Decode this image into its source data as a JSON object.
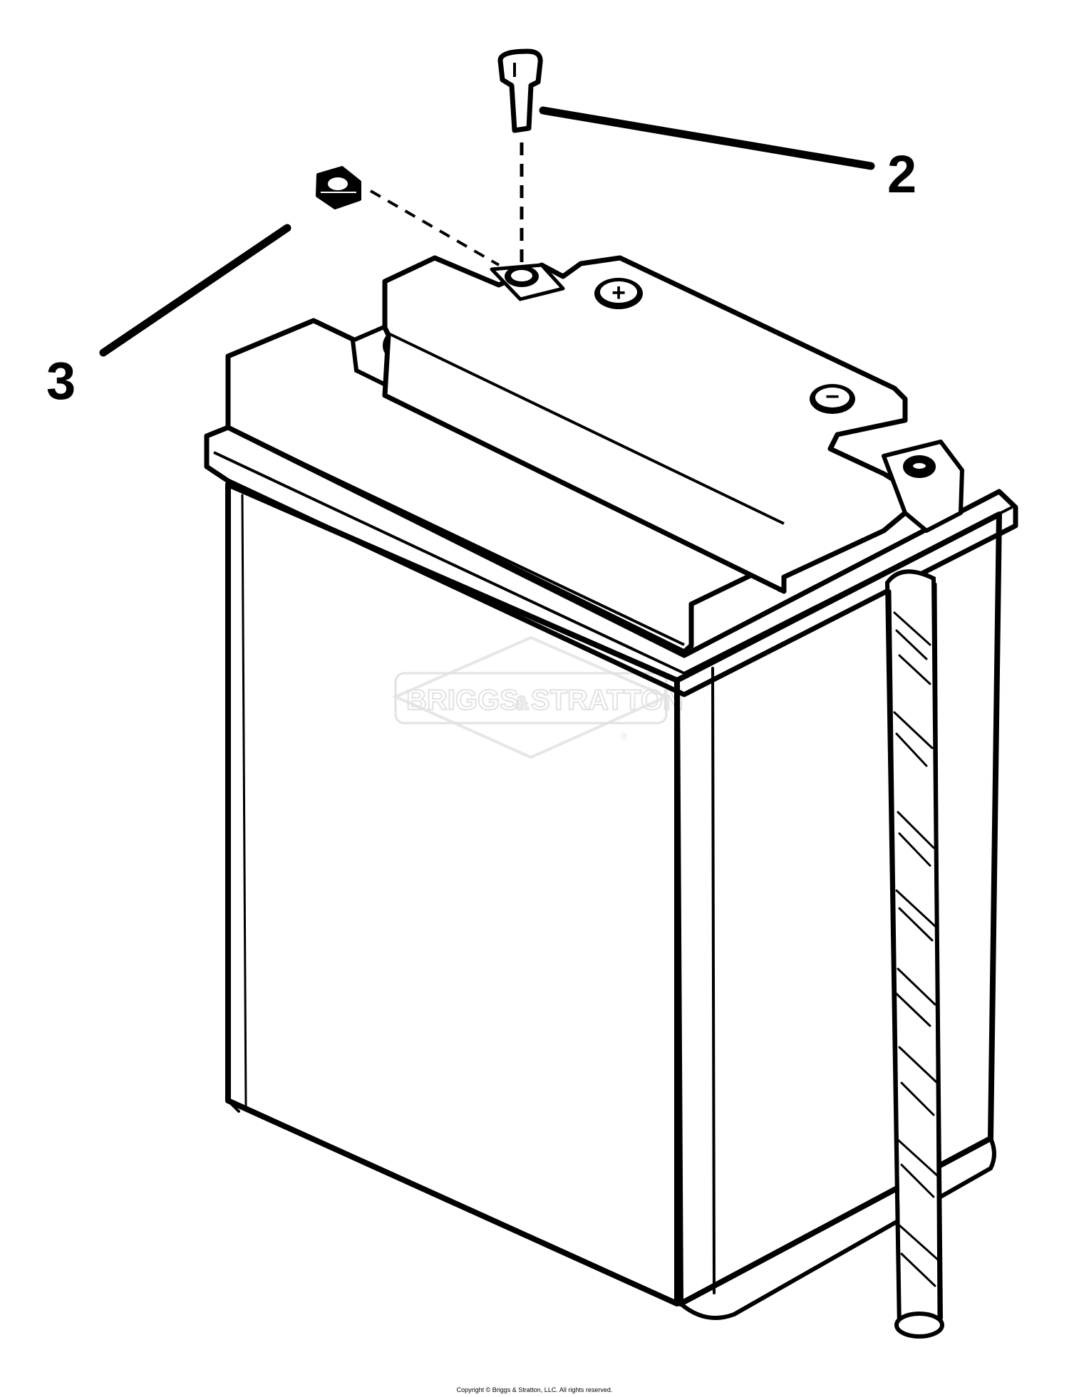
{
  "callouts": [
    {
      "number": "2",
      "part": "bolt"
    },
    {
      "number": "3",
      "part": "nut"
    }
  ],
  "terminals": {
    "positive_symbol": "+",
    "negative_symbol": "−"
  },
  "watermark": {
    "text_left": "BRIGGS",
    "ampersand": "&",
    "text_right": "STRATTON",
    "registered": "®"
  },
  "copyright": "Copyright © Briggs & Stratton, LLC. All rights reserved.",
  "colors": {
    "line": "#000000",
    "background": "#ffffff",
    "watermark": "#e2e2e2"
  }
}
